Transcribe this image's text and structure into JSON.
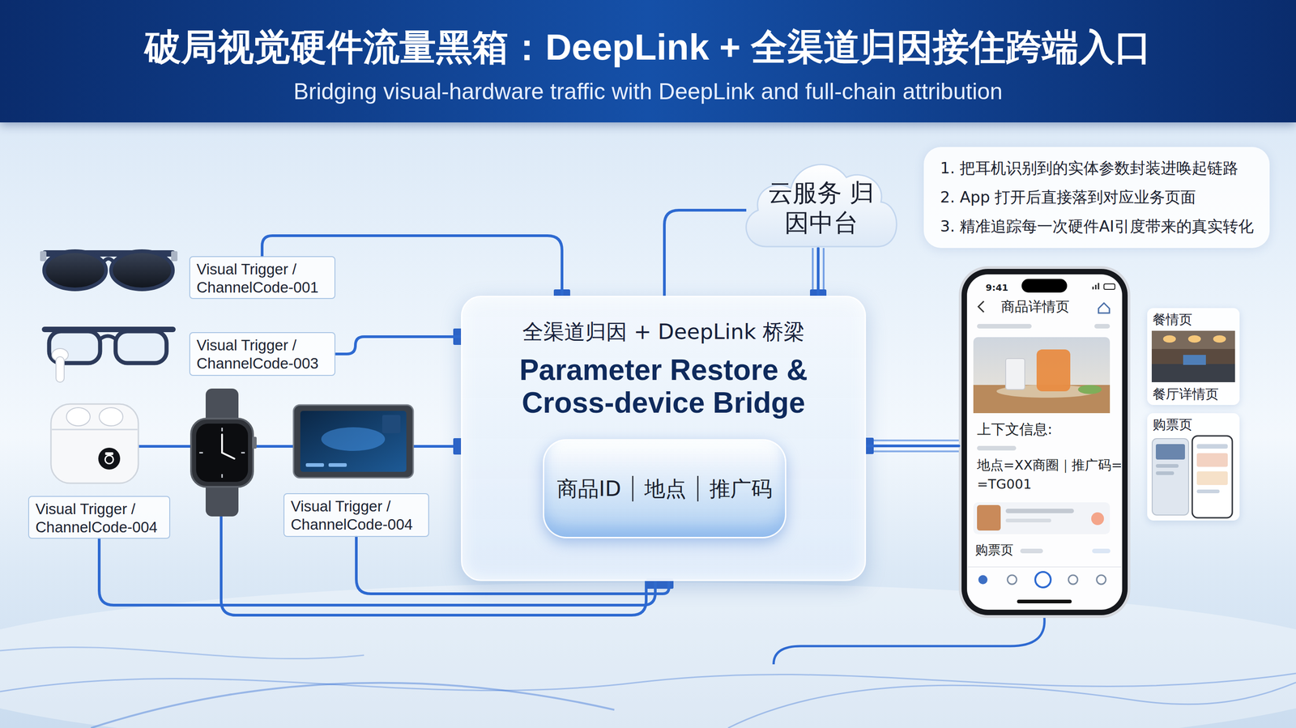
{
  "diagram": {
    "title": "破局视觉硬件流量黑箱：DeepLink + 全渠道归因接住跨端入口",
    "nodes": [
      {
        "text": [
          "Visual Trigger / ChannelCode-001"
        ]
      },
      {
        "text": [
          "Visual Trigger / ChannelCode-003"
        ]
      },
      {
        "text": [
          "Visual Trigger / ChannelCode-004"
        ]
      },
      {
        "text": [
          "Visual Trigger / ChannelCode-004"
        ]
      },
      {
        "text": [
          "云服务 归因中台"
        ]
      },
      {
        "text": [
          "全渠道归因 + DeepLink 桥梁",
          "Parameter Restore & Cross-device Bridge"
        ]
      },
      {
        "text": [
          "商品ID",
          "地点",
          "推广码"
        ],
        "in": 5
      },
      {
        "text": [
          "1. 把耳机识别到的实体参数封装进唤起链路",
          "2. App 打开后直接落到对应业务页面",
          "3. 精准追踪每一次硬件AI引度带来的真实转化"
        ]
      },
      {
        "text": [
          "9:41",
          "商品详情页",
          "上下文信息:",
          "地点=XX商圈｜推广码= =TG001",
          "购票页"
        ]
      },
      {
        "text": [
          "餐情页",
          "餐厅详情页"
        ]
      },
      {
        "text": [
          "购票页"
        ]
      }
    ],
    "edges": [
      {
        "from": 0,
        "to": 5,
        "arrow": "none"
      },
      {
        "from": 1,
        "to": 5,
        "arrow": "none"
      },
      {
        "from": 2,
        "to": 5,
        "arrow": "none"
      },
      {
        "from": 3,
        "to": 5,
        "arrow": "none"
      },
      {
        "from": 5,
        "to": 4,
        "arrow": "none"
      },
      {
        "from": 5,
        "to": 8,
        "arrow": "none"
      }
    ],
    "labels": [
      "Bridging visual-hardware traffic with DeepLink and full-chain attribution"
    ]
  }
}
